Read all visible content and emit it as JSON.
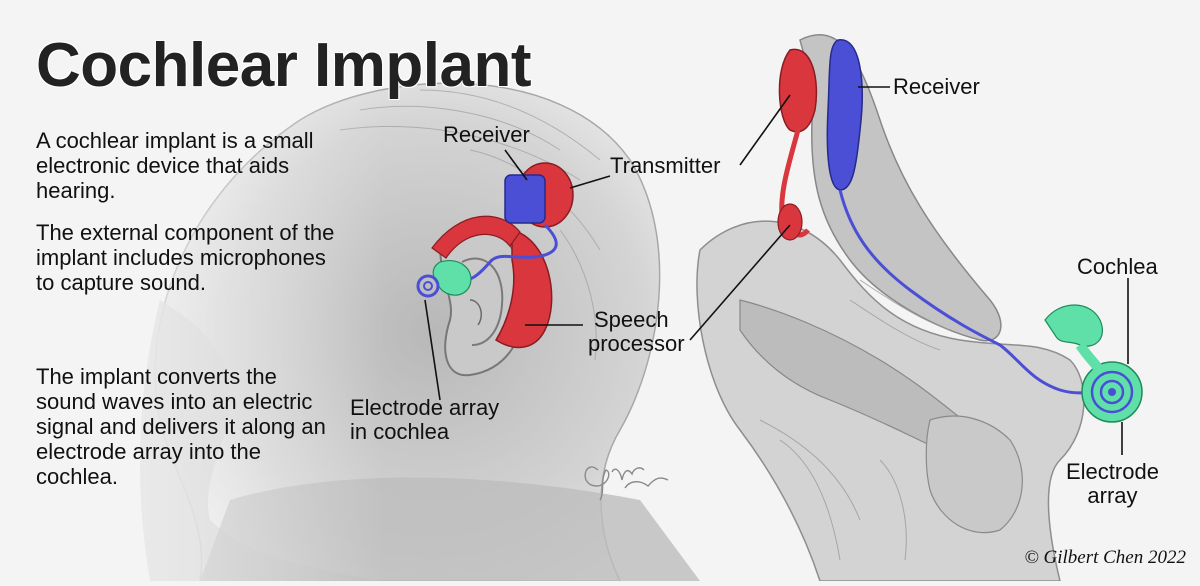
{
  "title": "Cochlear Implant",
  "description": [
    "A cochlear implant is a small electronic device that aids hearing.",
    "The external component of the implant includes microphones to capture sound.",
    "The implant converts the sound waves into an electric signal and delivers it along an electrode array into the cochlea."
  ],
  "left_labels": {
    "receiver": "Receiver",
    "transmitter": "Transmitter",
    "speech_processor": [
      "Speech",
      "processor"
    ],
    "electrode_array": [
      "Electrode array",
      "in cochlea"
    ]
  },
  "right_labels": {
    "receiver": "Receiver",
    "cochlea": "Cochlea",
    "electrode_array": [
      "Electrode",
      "array"
    ]
  },
  "signature": "Gilbert Chen",
  "copyright": "© Gilbert Chen 2022",
  "colors": {
    "transmitter": "#d9363e",
    "receiver": "#4a4fd6",
    "cochlea": "#5fe0a8",
    "background": "#f4f4f4",
    "sketch": "#9a9a9a"
  }
}
